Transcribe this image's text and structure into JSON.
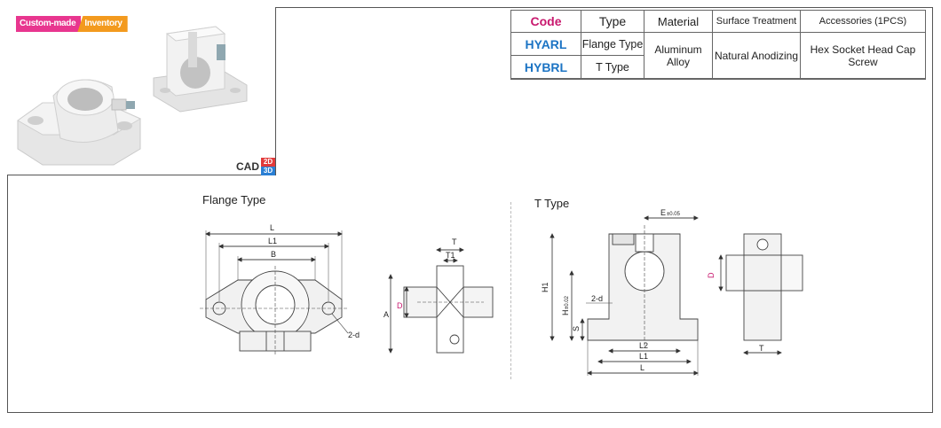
{
  "badges": {
    "custom": "Custom-made",
    "inventory": "Inventory"
  },
  "cad": {
    "label": "CAD",
    "d2": "2D",
    "d3": "3D"
  },
  "table": {
    "headers": [
      "Code",
      "Type",
      "Material",
      "Surface Treatment",
      "Accessories (1PCS)"
    ],
    "rows": [
      {
        "code": "HYARL",
        "type": "Flange Type"
      },
      {
        "code": "HYBRL",
        "type": "T Type"
      }
    ],
    "material": "Aluminum Alloy",
    "surface": "Natural Anodizing",
    "accessories": "Hex Socket Head Cap Screw"
  },
  "sections": {
    "flange": "Flange Type",
    "ttype": "T Type"
  },
  "dims": {
    "L": "L",
    "L1": "L1",
    "L2": "L2",
    "B": "B",
    "T": "T",
    "T1": "T1",
    "A": "A",
    "D": "D",
    "two_d": "2-d",
    "E": "E",
    "E_tol": "±0.05",
    "H1": "H1",
    "H": "H",
    "H_tol": "±0.02",
    "S": "S"
  },
  "colors": {
    "code_header": "#c8186e",
    "code_value": "#1c74c4",
    "badge_pink": "#e8368f",
    "badge_orange": "#f39a1e"
  }
}
